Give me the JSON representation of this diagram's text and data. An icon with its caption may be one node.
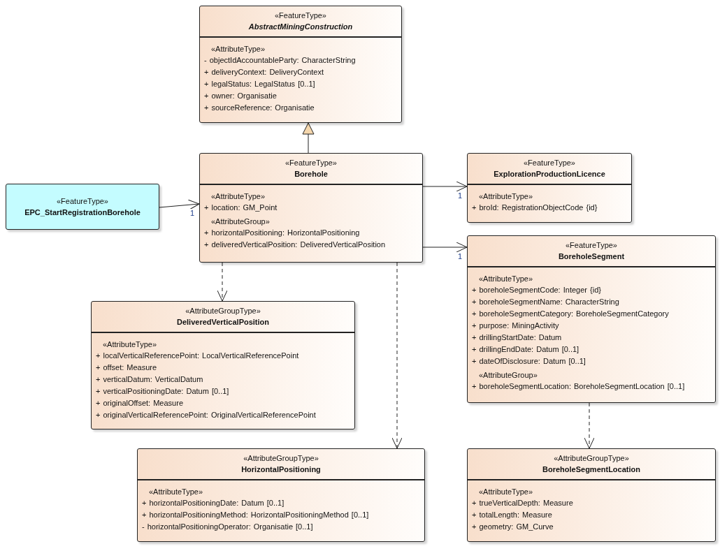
{
  "diagram": {
    "nodes": [
      {
        "text": [
          "«FeatureType»",
          "AbstractMiningConstruction",
          "«AttributeType»",
          "- objectIdAccountableParty: CharacterString",
          "+ deliveryContext: DeliveryContext",
          "+ legalStatus: LegalStatus [0..1]",
          "+ owner: Organisatie",
          "+ sourceReference: Organisatie"
        ]
      },
      {
        "text": [
          "«FeatureType»",
          "Borehole",
          "«AttributeType»",
          "+ location: GM_Point",
          "«AttributeGroup»",
          "+ horizontalPositioning: HorizontalPositioning",
          "+ deliveredVerticalPosition: DeliveredVerticalPosition"
        ]
      },
      {
        "text": [
          "«FeatureType»",
          "EPC_StartRegistrationBorehole"
        ]
      },
      {
        "text": [
          "«FeatureType»",
          "ExplorationProductionLicence",
          "«AttributeType»",
          "+ broId: RegistrationObjectCode {id}"
        ]
      },
      {
        "text": [
          "«FeatureType»",
          "BoreholeSegment",
          "«AttributeType»",
          "+ boreholeSegmentCode: Integer {id}",
          "+ boreholeSegmentName: CharacterString",
          "+ boreholeSegmentCategory: BoreholeSegmentCategory",
          "+ purpose: MiningActivity",
          "+ drillingStartDate: Datum",
          "+ drillingEndDate: Datum [0..1]",
          "+ dateOfDisclosure: Datum [0..1]",
          "«AttributeGroup»",
          "+ boreholeSegmentLocation: BoreholeSegmentLocation [0..1]"
        ]
      },
      {
        "text": [
          "«AttributeGroupType»",
          "DeliveredVerticalPosition",
          "«AttributeType»",
          "+ localVerticalReferencePoint: LocalVerticalReferencePoint",
          "+ offset: Measure",
          "+ verticalDatum: VerticalDatum",
          "+ verticalPositioningDate: Datum [0..1]",
          "+ originalOffset: Measure",
          "+ originalVerticalReferencePoint: OriginalVerticalReferencePoint"
        ]
      },
      {
        "text": [
          "«AttributeGroupType»",
          "HorizontalPositioning",
          "«AttributeType»",
          "+ horizontalPositioningDate: Datum [0..1]",
          "+ horizontalPositioningMethod: HorizontalPositioningMethod [0..1]",
          "- horizontalPositioningOperator: Organisatie [0..1]"
        ]
      },
      {
        "text": [
          "«AttributeGroupType»",
          "BoreholeSegmentLocation",
          "«AttributeType»",
          "+ trueVerticalDepth: Measure",
          "+ totalLength: Measure",
          "+ geometry: GM_Curve"
        ]
      }
    ],
    "edges": [
      {
        "from": 1,
        "to": 0,
        "arrow": "to"
      },
      {
        "from": 2,
        "to": 1,
        "arrow": "to",
        "label": "1"
      },
      {
        "from": 1,
        "to": 3,
        "arrow": "to",
        "label": "1"
      },
      {
        "from": 1,
        "to": 4,
        "arrow": "to",
        "label": "1"
      },
      {
        "from": 1,
        "to": 5,
        "arrow": "to",
        "style": "dashed"
      },
      {
        "from": 1,
        "to": 6,
        "arrow": "to",
        "style": "dashed"
      },
      {
        "from": 4,
        "to": 7,
        "arrow": "to",
        "style": "dashed"
      }
    ]
  }
}
